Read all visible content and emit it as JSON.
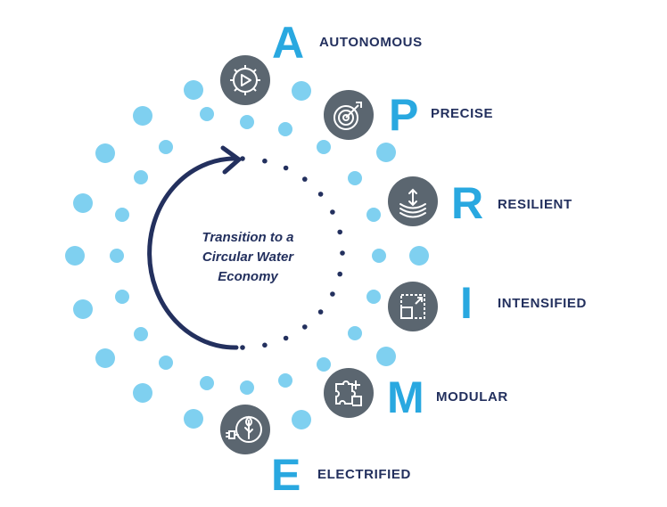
{
  "diagram": {
    "center_text": [
      "Transition to a",
      "Circular Water",
      "Economy"
    ],
    "items": [
      {
        "letter": "A",
        "word": "AUTONOMOUS",
        "icon": "gear-play-icon"
      },
      {
        "letter": "P",
        "word": "PRECISE",
        "icon": "target-arrow-icon"
      },
      {
        "letter": "R",
        "word": "RESILIENT",
        "icon": "bounce-arrow-icon"
      },
      {
        "letter": "I",
        "word": "INTENSIFIED",
        "icon": "scale-box-icon"
      },
      {
        "letter": "M",
        "word": "MODULAR",
        "icon": "puzzle-icon"
      },
      {
        "letter": "E",
        "word": "ELECTRIFIED",
        "icon": "plug-leaf-icon"
      }
    ],
    "colors": {
      "letter": "#29a8e0",
      "word": "#23305e",
      "dot": "#7fd0f0",
      "icon_circle": "#5b6670",
      "arrow": "#23305e"
    }
  }
}
